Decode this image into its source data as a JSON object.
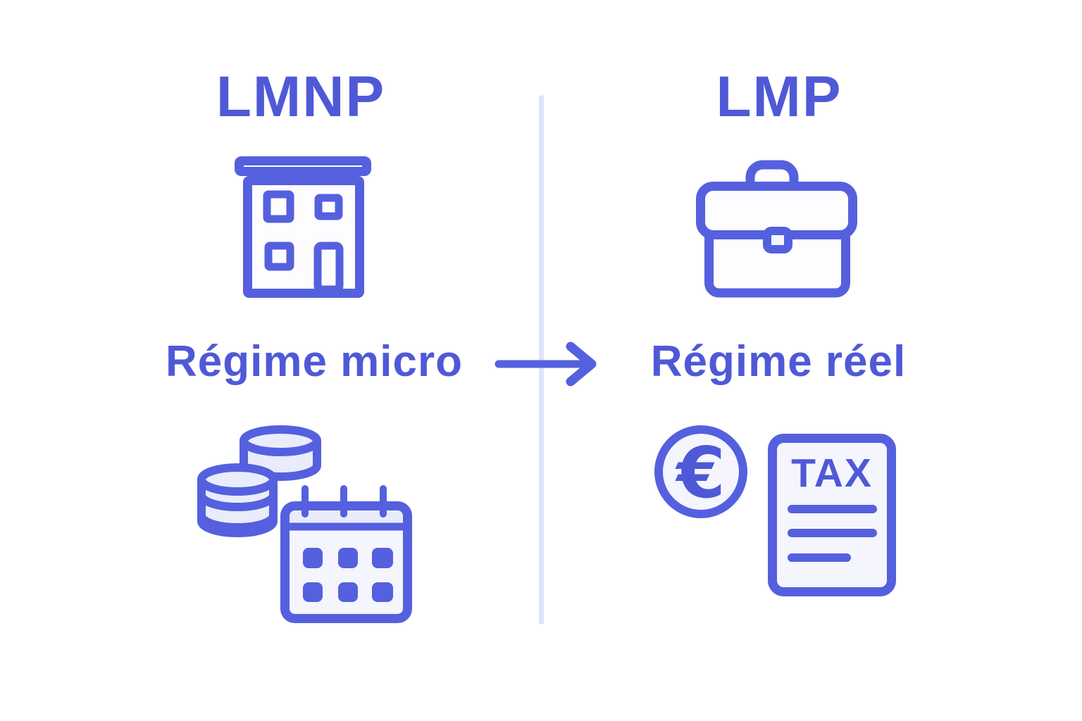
{
  "diagram": {
    "left": {
      "title": "LMNP",
      "label": "Régime micro",
      "icons": [
        "building-icon",
        "coins-icon",
        "calendar-icon"
      ]
    },
    "right": {
      "title": "LMP",
      "label": "Régime réel",
      "icons": [
        "briefcase-icon",
        "euro-coin-icon",
        "tax-document-icon"
      ]
    },
    "arrow_direction": "left-to-right",
    "euro_symbol": "€",
    "tax_document_text": "TAX"
  },
  "colors": {
    "accent": "#4f59d7",
    "icon_stroke": "#5560df",
    "icon_fill_light": "#e9ecfa",
    "icon_fill_lighter": "#f4f5fd",
    "fill_white": "#fdfdff",
    "divider": "#dfe3f7",
    "background": "#ffffff"
  }
}
